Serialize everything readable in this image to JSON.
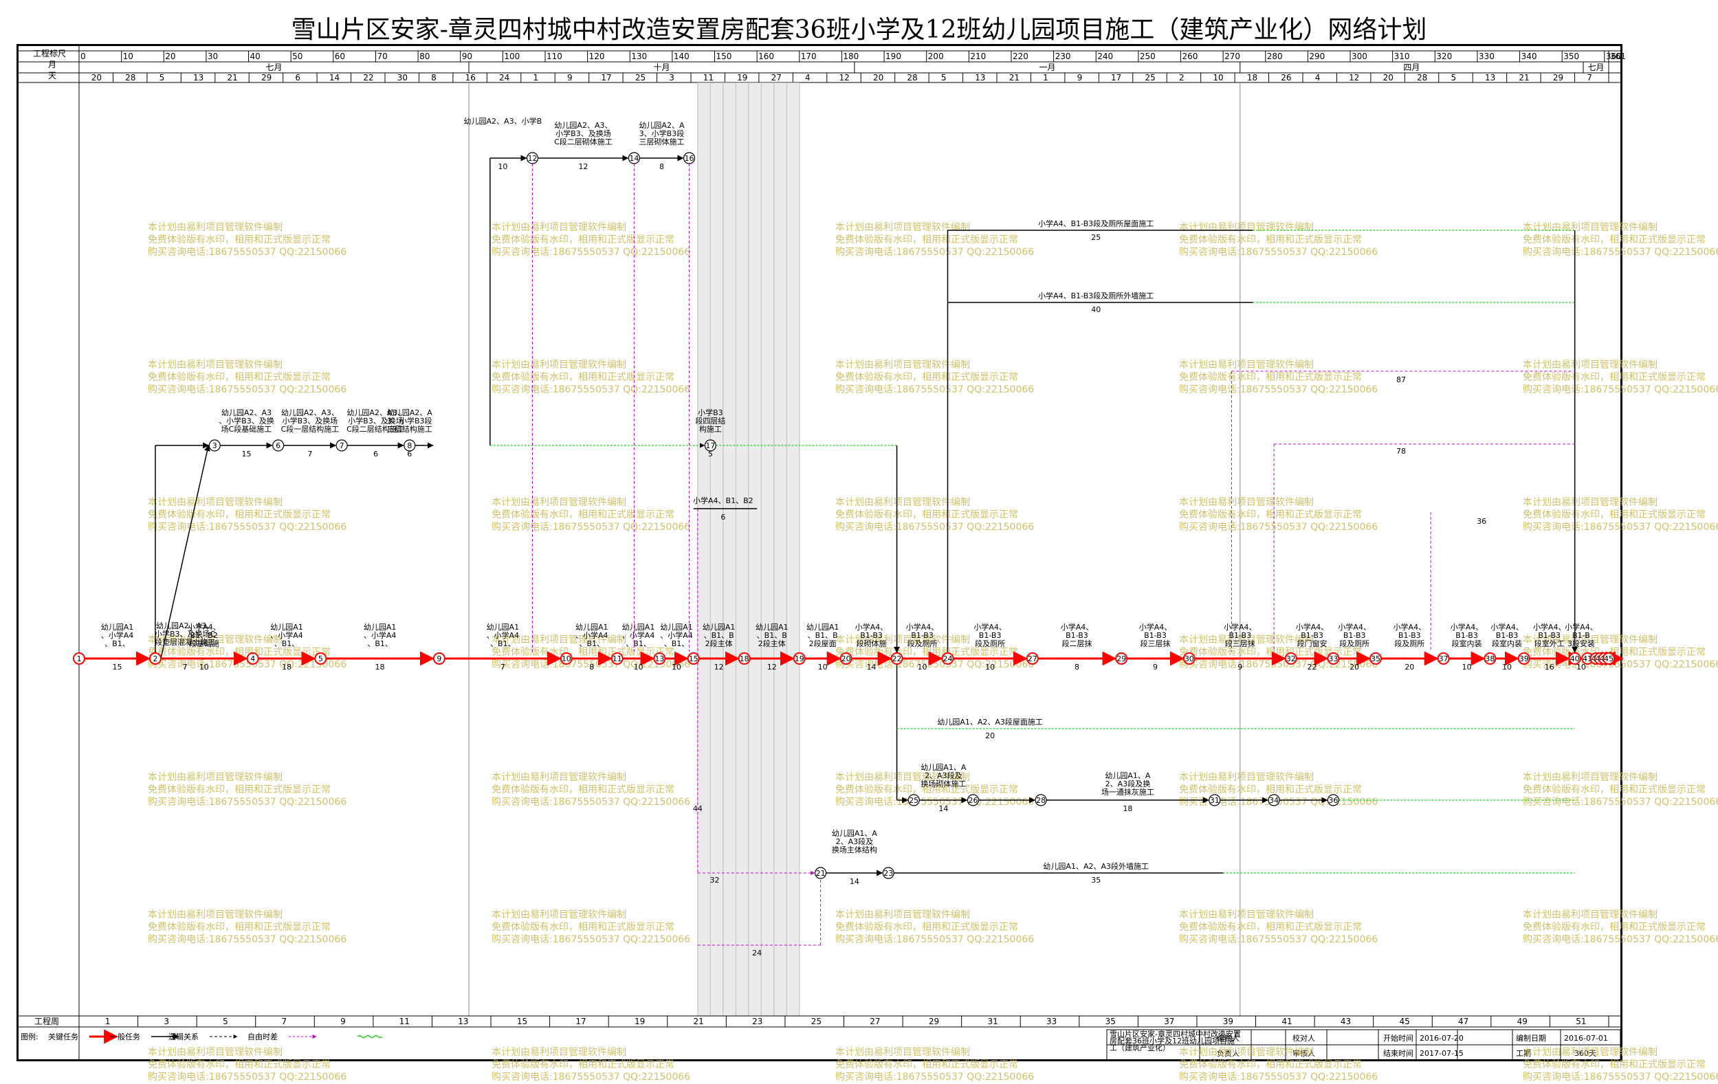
{
  "title": "雪山片区安家-章灵四村城中村改造安置房配套36班小学及12班幼儿园项目施工（建筑产业化）网络计划",
  "header": {
    "row1_label": "工程标尺",
    "row2_label": "月",
    "row3_label": "天",
    "ruler_ticks": [
      "0",
      "10",
      "20",
      "30",
      "40",
      "50",
      "60",
      "70",
      "80",
      "90",
      "100",
      "110",
      "120",
      "130",
      "140",
      "150",
      "160",
      "170",
      "180",
      "190",
      "200",
      "210",
      "220",
      "230",
      "240",
      "250",
      "260",
      "270",
      "280",
      "290",
      "300",
      "310",
      "320",
      "330",
      "340",
      "350",
      "360",
      "361"
    ],
    "months": [
      "七月",
      "十月",
      "一月",
      "四月",
      "七月"
    ],
    "days": [
      "20",
      "28",
      "5",
      "13",
      "21",
      "29",
      "6",
      "14",
      "22",
      "30",
      "8",
      "16",
      "24",
      "1",
      "9",
      "17",
      "25",
      "3",
      "11",
      "19",
      "27",
      "4",
      "12",
      "20",
      "28",
      "5",
      "13",
      "21",
      "1",
      "9",
      "17",
      "25",
      "2",
      "10",
      "18",
      "26",
      "4",
      "12",
      "20",
      "28",
      "5",
      "13",
      "21",
      "29",
      "7"
    ]
  },
  "footer": {
    "row_label": "工程周",
    "weeks": [
      "1",
      "3",
      "5",
      "7",
      "9",
      "11",
      "13",
      "15",
      "17",
      "19",
      "21",
      "23",
      "25",
      "27",
      "29",
      "31",
      "33",
      "35",
      "37",
      "39",
      "41",
      "43",
      "45",
      "47",
      "49",
      "51"
    ]
  },
  "legend": {
    "label": "图例:",
    "items": [
      {
        "text": "关键任务",
        "color": "#ff0000"
      },
      {
        "text": "一般任务",
        "color": "#000000"
      },
      {
        "text": "逻辑关系",
        "color": "#000000"
      },
      {
        "text": "自由时差",
        "color": "#cc00cc"
      }
    ]
  },
  "info": {
    "project": "雪山片区安家-章灵四村城中村改造安置房配套36班小学及12班幼儿园项目施工（建筑产业化）",
    "labels": [
      "编制人",
      "校对人",
      "负责人",
      "审核人"
    ],
    "start_label": "开始时间",
    "start_value": "2016-07-20",
    "end_label": "结束时间",
    "end_value": "2017-07-15",
    "make_label": "编制日期",
    "make_value": "2016-07-01",
    "duration_label": "工期",
    "duration_value": "360天"
  },
  "watermark": [
    "本计划由易利项目管理软件编制",
    "免费体验版有水印，相用和正式版显示正常",
    "购买咨询电话:18675550537 QQ:22150066"
  ],
  "colors": {
    "critical": "#ff0000",
    "normal": "#000000",
    "float": "#cc00cc",
    "wave": "#22cc22",
    "watermark": "#c9b74a"
  },
  "nodes": [
    "1",
    "2",
    "4",
    "5",
    "9",
    "10",
    "11",
    "13",
    "15",
    "18",
    "19",
    "20",
    "22",
    "24",
    "27",
    "29",
    "30",
    "32",
    "33",
    "35",
    "37",
    "38",
    "39",
    "40",
    "41",
    "42",
    "43",
    "44",
    "45",
    "3",
    "6",
    "7",
    "8",
    "17",
    "12",
    "14",
    "16",
    "21",
    "23",
    "25",
    "26",
    "28",
    "31",
    "34",
    "36"
  ],
  "tasks": [
    {
      "label": "幼儿园A2、A3、小学B3、及换场C段土方开挖及边坡支护",
      "dur": "7"
    },
    {
      "label": "幼儿园A1、小学A4、B1、B2段土方开挖及边坡支护",
      "dur": "15"
    },
    {
      "label": "小学A4、B1、B2段基础施工",
      "dur": "10"
    },
    {
      "label": "幼儿园A1、小学A4、B1、B2段基础施工",
      "dur": "18"
    },
    {
      "label": "幼儿园A1、小学A4、B1、B2段一层结构施工",
      "dur": "7"
    },
    {
      "label": "幼儿园A1、小学A4、B1、B2段二层结构施工",
      "dur": "8"
    },
    {
      "label": "幼儿园A1、小学A4、B1、B2段三层结构施工",
      "dur": "10"
    },
    {
      "label": "幼儿园A1、小学A4、B1、B2段四层结构施工",
      "dur": "10"
    },
    {
      "label": "幼儿园A1、B1、B2段主体结构施工",
      "dur": "12"
    },
    {
      "label": "幼儿园A1、B1、B2段屋面结构施工",
      "dur": "10"
    },
    {
      "label": "小学A4、B1-B3段砌体施工",
      "dur": "14"
    },
    {
      "label": "小学A4、B1-B3段及厕所抹灰施工",
      "dur": "10"
    },
    {
      "label": "小学A4、B1-B3段二层抹灰施工",
      "dur": "8"
    },
    {
      "label": "小学A4、B1-B3段三层抹灰施工",
      "dur": "9"
    },
    {
      "label": "小学A4、B1-B3段门窗安装",
      "dur": "22"
    },
    {
      "label": "小学A4、B1-B3段及厕所外墙施工",
      "dur": "20"
    },
    {
      "label": "小学A4、B1-B3段室内装修",
      "dur": "10"
    },
    {
      "label": "小学A4、B1-B3段室外工程",
      "dur": "16"
    },
    {
      "label": "小学A4、B1-B3段安装",
      "dur": "10"
    },
    {
      "label": "幼儿园A2、A3、小学B3、及换场C段垫层混凝土施工",
      "dur": "7"
    },
    {
      "label": "幼儿园A2、A3、小学B3、及换场C段基础施工",
      "dur": "15"
    },
    {
      "label": "幼儿园A2、A3、小学B3、及换场C段一层结构施工",
      "dur": "7"
    },
    {
      "label": "幼儿园A2、A3、小学B3、及换场C段二层结构施工",
      "dur": "6"
    },
    {
      "label": "幼儿园A2、A3、小学B3段三层结构施工",
      "dur": "6"
    },
    {
      "label": "小学B3段四层及厕所结构施工",
      "dur": "6"
    },
    {
      "label": "小学B3段四层结构施工",
      "dur": "5"
    },
    {
      "label": "幼儿园A2、A3、小学B3、及换场C段一层砌体施工",
      "dur": "10"
    },
    {
      "label": "幼儿园A2、A3、小学B3、及换场C段二层砌体施工",
      "dur": "12"
    },
    {
      "label": "幼儿园A2、A3、小学B3段三层砌体施工",
      "dur": "8"
    },
    {
      "label": "小学A4、B1、B2段四层结构施工",
      "dur": "6"
    },
    {
      "label": "小学A4、B1-B3段及厕所屋面施工",
      "dur": "25"
    },
    {
      "label": "小学A4、B1-B3段及厕所外墙施工",
      "dur": "40"
    },
    {
      "label": "幼儿园A1、A2、A3段屋面施工",
      "dur": "20"
    },
    {
      "label": "幼儿园A1、A2、A3段及换场砌体施工",
      "dur": "14"
    },
    {
      "label": "幼儿园A1、A2、A3段及换场一通抹灰施工",
      "dur": "18"
    },
    {
      "label": "幼儿园A1、A2、A3段外墙施工",
      "dur": "35"
    }
  ]
}
